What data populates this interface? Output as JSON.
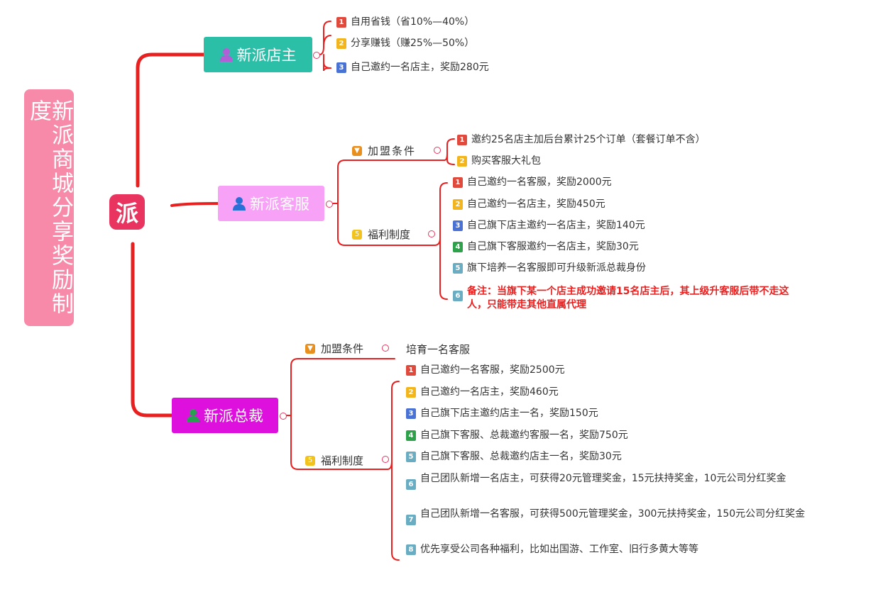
{
  "root": {
    "title": "新派商城分享奖励制度",
    "logo": "派"
  },
  "colors": {
    "line": "#e8201f",
    "node1": "#2bbfa8",
    "node2": "#f7a1f7",
    "node3": "#de10de",
    "root": "#f78aa8"
  },
  "icons": {
    "person": "person-icon",
    "flag": "flag-icon",
    "medal": "medal-icon"
  },
  "branch1": {
    "title": "新派店主",
    "items": [
      {
        "num": "1",
        "text": "自用省钱（省10%—40%）"
      },
      {
        "num": "2",
        "text": "分享赚钱（赚25%—50%）"
      },
      {
        "num": "3",
        "text": "自己邀约一名店主，奖励280元"
      }
    ]
  },
  "branch2": {
    "title": "新派客服",
    "join": {
      "label": "加盟条件",
      "items": [
        {
          "num": "1",
          "text": "邀约25名店主加后台累计25个订单（套餐订单不含）"
        },
        {
          "num": "2",
          "text": "购买客服大礼包"
        }
      ]
    },
    "welfare": {
      "label": "福利制度",
      "items": [
        {
          "num": "1",
          "text": "自己邀约一名客服，奖励2000元"
        },
        {
          "num": "2",
          "text": "自己邀约一名店主，奖励450元"
        },
        {
          "num": "3",
          "text": "自己旗下店主邀约一名店主，奖励140元"
        },
        {
          "num": "4",
          "text": "自己旗下客服邀约一名店主，奖励30元"
        },
        {
          "num": "5",
          "text": "旗下培养一名客服即可升级新派总裁身份"
        },
        {
          "num": "6",
          "text": "备注：当旗下某一个店主成功邀请15名店主后，其上级升客服后带不走这人，只能带走其他直属代理"
        }
      ]
    }
  },
  "branch3": {
    "title": "新派总裁",
    "join": {
      "label": "加盟条件",
      "text": "培育一名客服"
    },
    "welfare": {
      "label": "福利制度",
      "items": [
        {
          "num": "1",
          "text": "自己邀约一名客服，奖励2500元"
        },
        {
          "num": "2",
          "text": "自己邀约一名店主，奖励460元"
        },
        {
          "num": "3",
          "text": "自己旗下店主邀约店主一名，奖励150元"
        },
        {
          "num": "4",
          "text": "自己旗下客服、总裁邀约客服一名，奖励750元"
        },
        {
          "num": "5",
          "text": "自己旗下客服、总裁邀约店主一名，奖励30元"
        },
        {
          "num": "6",
          "text": "自己团队新增一名店主，可获得20元管理奖金，15元扶持奖金，10元公司分红奖金"
        },
        {
          "num": "7",
          "text": "自己团队新增一名客服，可获得500元管理奖金，300元扶持奖金，150元公司分红奖金"
        },
        {
          "num": "8",
          "text": "优先享受公司各种福利，比如出国游、工作室、旧行多黄大等等"
        }
      ]
    }
  }
}
